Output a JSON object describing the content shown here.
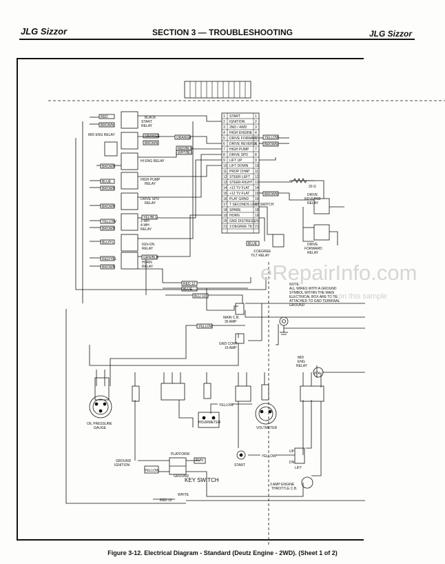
{
  "header": {
    "left": "JLG Sizzor",
    "center": "SECTION 3 — TROUBLESHOOTING",
    "right": "JLG Sizzor"
  },
  "watermark": {
    "site": "eRepairInfo.com",
    "note": "ly on this sample"
  },
  "caption": "Figure 3-12.  Electrical Diagram - Standard (Deutz Engine - 2WD). (Sheet 1 of 2)",
  "relays": {
    "start": "START\nRELAY",
    "mid_eng": "MID ENG RELAY",
    "hi_eng": "HI ENG RELAY",
    "high_pump": "HIGH PUMP\nRELAY",
    "drive_spd": "DRIVE SPD\nRELAY",
    "four_wd": "2-WH\n4-WH\nRELAY",
    "ign_on": "IGN-ON\nRELAY",
    "horn": "HORN\nRELAY",
    "drive_reverse": "DRIVE\nREVERSE\nRELAY",
    "drive_forward": "DRIVE\nFORWARD\nRELAY"
  },
  "terminal_block": [
    "START",
    "IGNITION",
    "2ND / 4WD",
    "HIGH ENGINE",
    "DRIVE FORWARD",
    "DRIVE REVERSE",
    "HIGH PUMP",
    "DRIVE SPD",
    "LIFT UP",
    "LIFT DOWN",
    "PROP CHAP",
    "STEER LEFT",
    "STEER RIGHT",
    "+12 TV FLAT",
    "+12 TV FLAT",
    "PLAT GRND",
    "T SECONDS LIMIT SWITCH",
    "SPARE",
    "HORN",
    "GND DISTRESS",
    "3 DEGREE TILT"
  ],
  "wire_colors": {
    "black": "BLACK",
    "brown": "BROWN",
    "red": "RED",
    "orange": "ORANGE",
    "yellow": "YELLOW",
    "blue": "BLUE",
    "white": "WHITE",
    "violet": "VIOLET",
    "yel_blu": "YEL/BLU",
    "blu_yl": "BLU/YL",
    "red_yel": "RED/YEL",
    "wht_blu": "WHT/BLU",
    "grn_blu": "GRN/BLU",
    "red_12": "RED 12",
    "red_10": "RED 10",
    "blu_10": "BLU 10",
    "red_blu": "RED/BLU"
  },
  "components": {
    "tilt_relay": "3 DEGREE\nTILT RELAY",
    "main_cb": "MAIN C.B.\n30 AMP",
    "gnd_cont": "GND   CONT\n15 AMP",
    "oil_pressure": "OIL PRESSURE\nGAUGE",
    "hourmeter": "HOURMETER",
    "voltmeter": "VOLTMETER",
    "ground_ignition": "GROUND\nIGNITION",
    "key_switch": "KEY SWITCH",
    "start": "START",
    "lift": "LIFT",
    "throttle": "3 AMP ENGINE\nTHROTTLE C.B.",
    "mid_eng_relay": "MID\nENG\nRELAY",
    "resistor": "20 Ω",
    "platform": "PLATFORM",
    "ground": "GROUND",
    "run": "RUN",
    "up": "UP",
    "dn": "DN",
    "eight_seven_a": "87A"
  },
  "note": "NOTE:\nALL WIRES WITH A GROUND\nSYMBOL WITHIN THE MAIN\nELECTRICAL BOX ARE TO BE\nATTACHED TO GND TERMINAL\nGROUND"
}
